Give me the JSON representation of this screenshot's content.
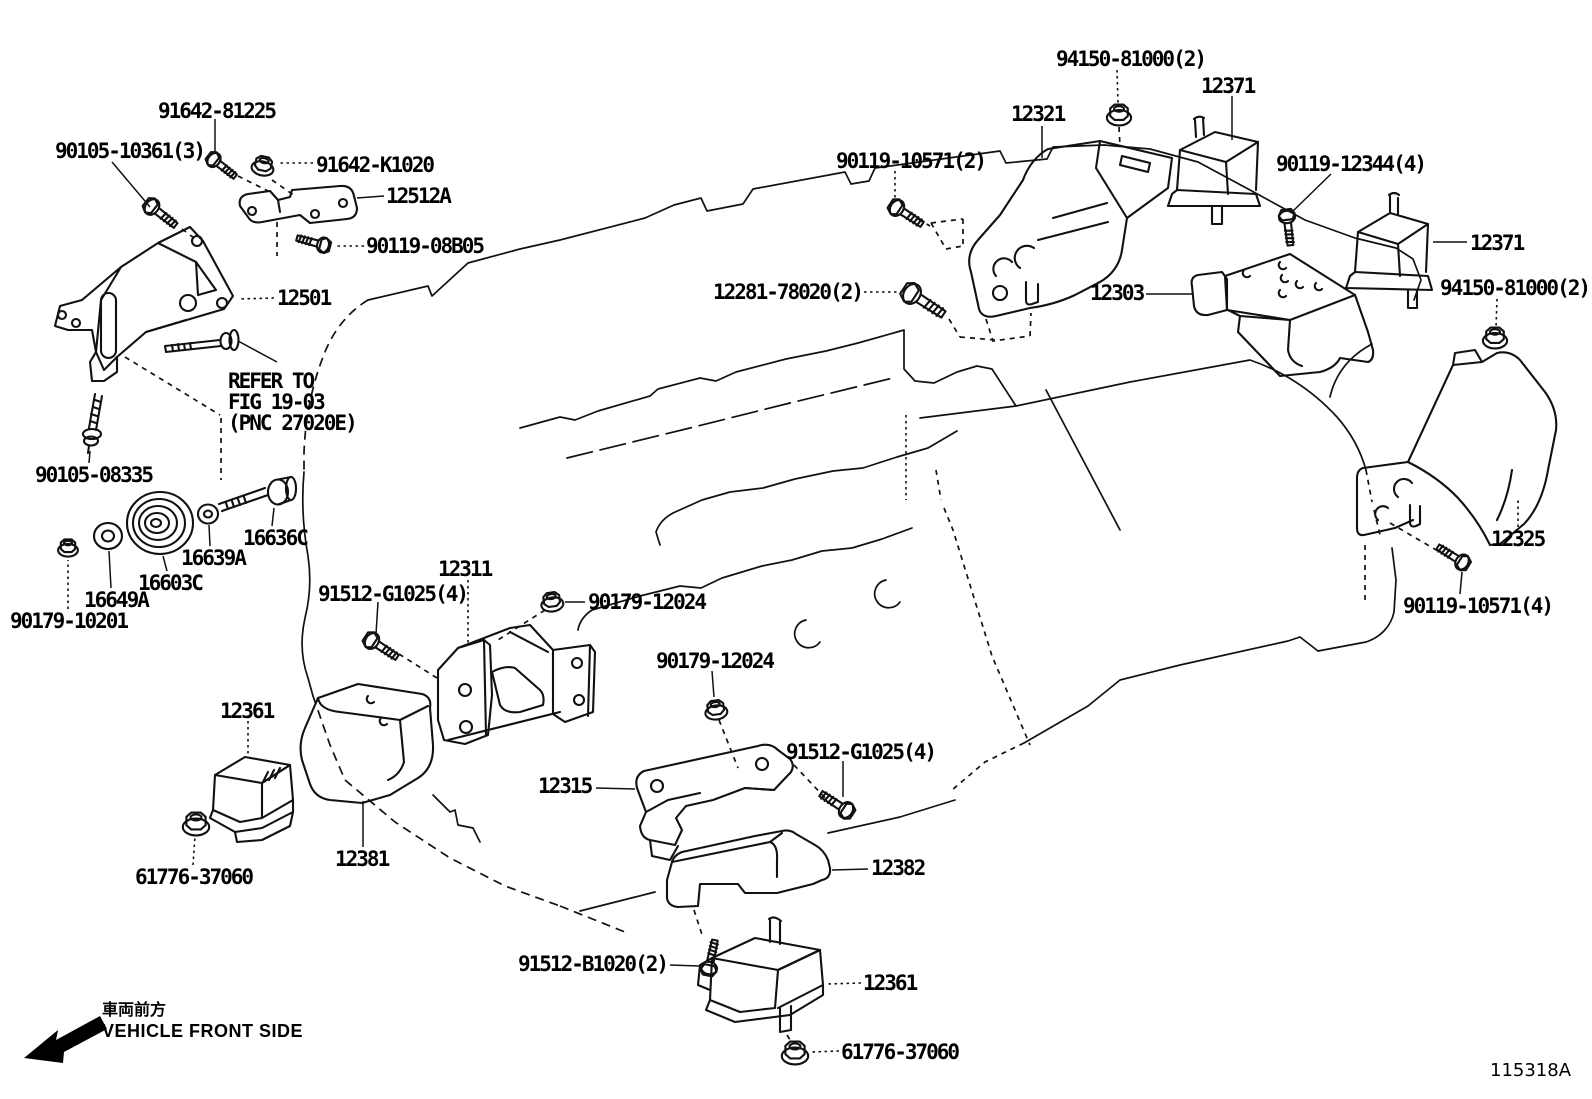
{
  "diagram": {
    "figure_code": "115318A",
    "note": {
      "line1": "REFER TO",
      "line2": "FIG 19-03",
      "line3": "(PNC 27020E)"
    },
    "front_side": {
      "jp": "車両前方",
      "en": "VEHICLE FRONT SIDE"
    },
    "labels": [
      {
        "id": "90105-10361-3",
        "text": "90105-10361(3)"
      },
      {
        "id": "91642-81225",
        "text": "91642-81225"
      },
      {
        "id": "91642-K1020",
        "text": "91642-K1020"
      },
      {
        "id": "12512A",
        "text": "12512A"
      },
      {
        "id": "90119-08B05",
        "text": "90119-08B05"
      },
      {
        "id": "12501",
        "text": "12501"
      },
      {
        "id": "90105-08335",
        "text": "90105-08335"
      },
      {
        "id": "16636C",
        "text": "16636C"
      },
      {
        "id": "16639A",
        "text": "16639A"
      },
      {
        "id": "16603C",
        "text": "16603C"
      },
      {
        "id": "16649A",
        "text": "16649A"
      },
      {
        "id": "90179-10201",
        "text": "90179-10201"
      },
      {
        "id": "12311",
        "text": "12311"
      },
      {
        "id": "91512-G1025-4a",
        "text": "91512-G1025(4)"
      },
      {
        "id": "90179-12024a",
        "text": "90179-12024"
      },
      {
        "id": "12361-left",
        "text": "12361"
      },
      {
        "id": "90179-12024b",
        "text": "90179-12024"
      },
      {
        "id": "12315",
        "text": "12315"
      },
      {
        "id": "91512-G1025-4b",
        "text": "91512-G1025(4)"
      },
      {
        "id": "12382",
        "text": "12382"
      },
      {
        "id": "12381",
        "text": "12381"
      },
      {
        "id": "61776-37060a",
        "text": "61776-37060"
      },
      {
        "id": "91512-B1020-2",
        "text": "91512-B1020(2)"
      },
      {
        "id": "12361-bottom",
        "text": "12361"
      },
      {
        "id": "61776-37060b",
        "text": "61776-37060"
      },
      {
        "id": "12321",
        "text": "12321"
      },
      {
        "id": "94150-81000-2a",
        "text": "94150-81000(2)"
      },
      {
        "id": "12371-top",
        "text": "12371"
      },
      {
        "id": "90119-10571-2",
        "text": "90119-10571(2)"
      },
      {
        "id": "12281-78020-2",
        "text": "12281-78020(2)"
      },
      {
        "id": "12303",
        "text": "12303"
      },
      {
        "id": "90119-12344-4",
        "text": "90119-12344(4)"
      },
      {
        "id": "12371-right",
        "text": "12371"
      },
      {
        "id": "94150-81000-2b",
        "text": "94150-81000(2)"
      },
      {
        "id": "12325",
        "text": "12325"
      },
      {
        "id": "90119-10571-4",
        "text": "90119-10571(4)"
      }
    ]
  }
}
